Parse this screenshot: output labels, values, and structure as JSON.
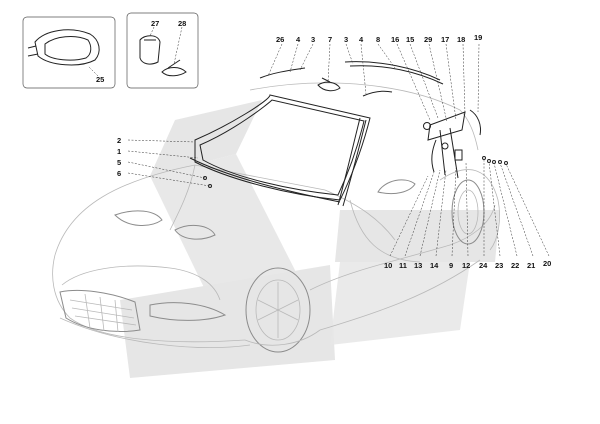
{
  "colors": {
    "watermark": "#e4e4e4",
    "car_outline": "#b9b9b9",
    "part_outline": "#222222",
    "callout_text": "#111111",
    "background": "#ffffff"
  },
  "callouts": [
    {
      "id": "c2",
      "label": "2"
    },
    {
      "id": "c1",
      "label": "1"
    },
    {
      "id": "c5",
      "label": "5"
    },
    {
      "id": "c6",
      "label": "6"
    },
    {
      "id": "c26",
      "label": "26"
    },
    {
      "id": "c4a",
      "label": "4"
    },
    {
      "id": "c3a",
      "label": "3"
    },
    {
      "id": "c7",
      "label": "7"
    },
    {
      "id": "c3b",
      "label": "3"
    },
    {
      "id": "c4b",
      "label": "4"
    },
    {
      "id": "c8",
      "label": "8"
    },
    {
      "id": "c16",
      "label": "16"
    },
    {
      "id": "c15",
      "label": "15"
    },
    {
      "id": "c29",
      "label": "29"
    },
    {
      "id": "c17",
      "label": "17"
    },
    {
      "id": "c18",
      "label": "18"
    },
    {
      "id": "c19",
      "label": "19"
    },
    {
      "id": "c10",
      "label": "10"
    },
    {
      "id": "c11",
      "label": "11"
    },
    {
      "id": "c13",
      "label": "13"
    },
    {
      "id": "c14",
      "label": "14"
    },
    {
      "id": "c9",
      "label": "9"
    },
    {
      "id": "c12",
      "label": "12"
    },
    {
      "id": "c24",
      "label": "24"
    },
    {
      "id": "c23",
      "label": "23"
    },
    {
      "id": "c22",
      "label": "22"
    },
    {
      "id": "c21",
      "label": "21"
    },
    {
      "id": "c20",
      "label": "20"
    },
    {
      "id": "c25",
      "label": "25"
    },
    {
      "id": "c27",
      "label": "27"
    },
    {
      "id": "c28",
      "label": "28"
    }
  ]
}
